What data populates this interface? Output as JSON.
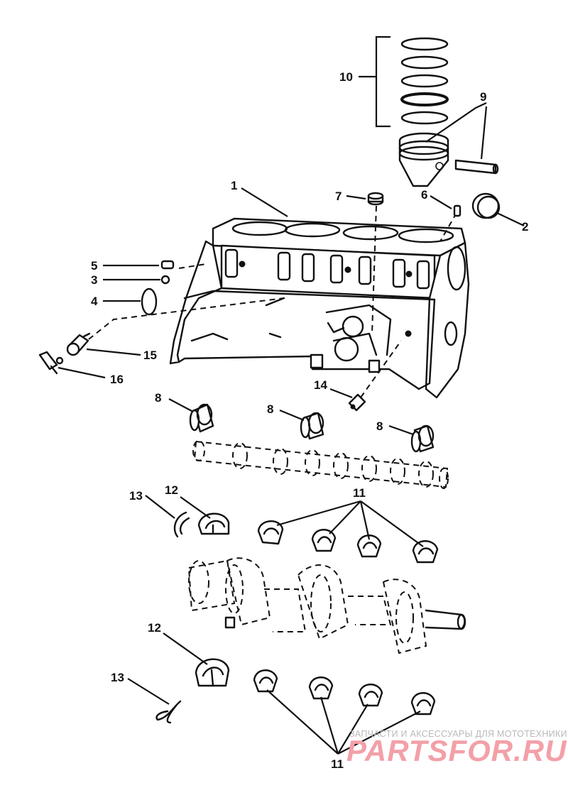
{
  "diagram": {
    "callouts": {
      "c1": "1",
      "c2": "2",
      "c3": "3",
      "c4": "4",
      "c5": "5",
      "c6": "6",
      "c7": "7",
      "c8a": "8",
      "c8b": "8",
      "c8c": "8",
      "c9": "9",
      "c10": "10",
      "c11a": "11",
      "c11b": "11",
      "c12a": "12",
      "c12b": "12",
      "c13a": "13",
      "c13b": "13",
      "c14": "14",
      "c15": "15",
      "c16": "16"
    }
  },
  "watermark": {
    "tagline": "ЗАПЧАСТИ И АКСЕССУАРЫ ДЛЯ МОТОТЕХНИКИ",
    "logo": "PARTSFOR.RU",
    "logo_color": "#f3a0a8"
  }
}
